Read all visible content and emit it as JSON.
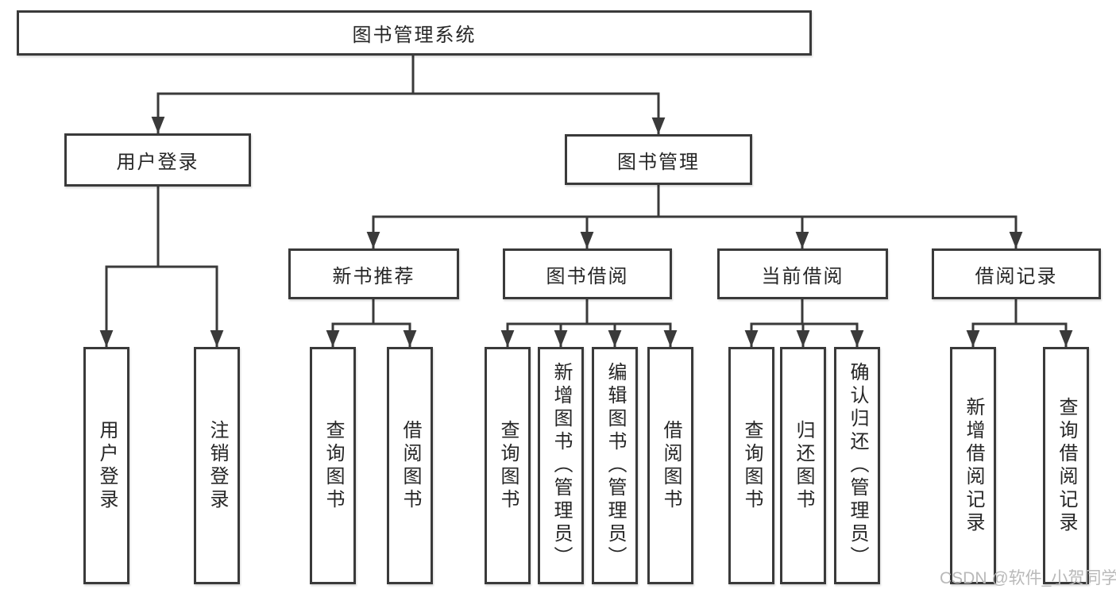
{
  "tree": {
    "root": "图书管理系统",
    "level2": [
      "用户登录",
      "图书管理"
    ],
    "level3": [
      "新书推荐",
      "图书借阅",
      "当前借阅",
      "借阅记录"
    ],
    "leaves": {
      "login": [
        "用户登录",
        "注销登录"
      ],
      "recommend": [
        "查询图书",
        "借阅图书"
      ],
      "borrow": [
        "查询图书",
        "新增图书（管理员）",
        "编辑图书（管理员）",
        "借阅图书"
      ],
      "current": [
        "查询图书",
        "归还图书",
        "确认归还（管理员）"
      ],
      "records": [
        "新增借阅记录",
        "查询借阅记录"
      ]
    }
  },
  "watermark": "CSDN @软件_小贺同学",
  "colors": {
    "line": "#3a3a3a",
    "text": "#262626",
    "bg": "#ffffff",
    "watermark": "#b9b9b9"
  }
}
